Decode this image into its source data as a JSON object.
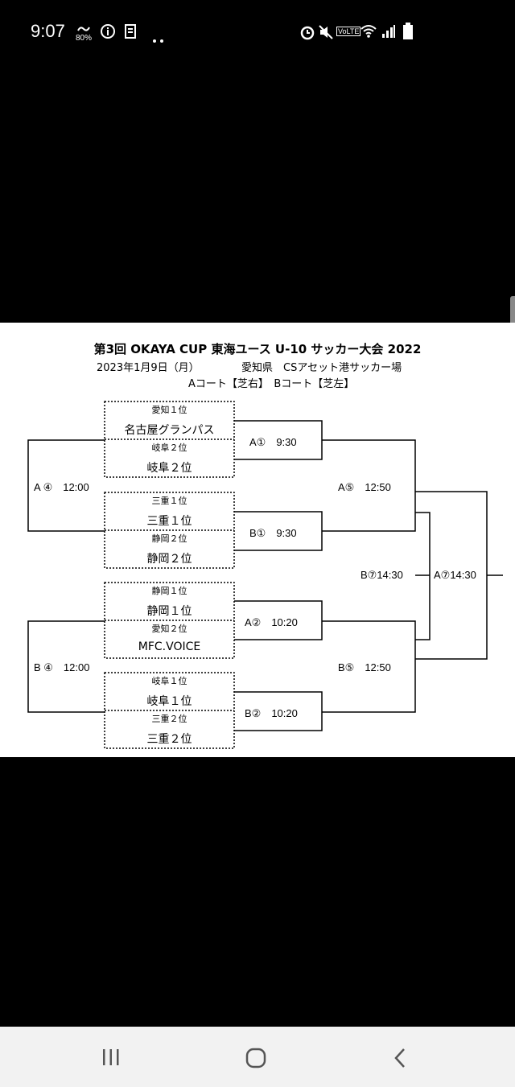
{
  "status": {
    "time": "9:07",
    "data_pct": "80%",
    "volte": "VoLTE"
  },
  "bracket": {
    "title": "第3回 OKAYA CUP 東海ユース U-10 サッカー大会 2022",
    "date": "2023年1月9日（月）",
    "venue": "愛知県　CSアセット港サッカー場",
    "courts": "Aコート【芝右】　Bコート【芝左】",
    "slots": [
      {
        "label": "愛知１位",
        "team": "名古屋グランパス"
      },
      {
        "label": "岐阜２位",
        "team": "岐阜２位"
      },
      {
        "label": "三重１位",
        "team": "三重１位"
      },
      {
        "label": "静岡２位",
        "team": "静岡２位"
      },
      {
        "label": "静岡１位",
        "team": "静岡１位"
      },
      {
        "label": "愛知２位",
        "team": "MFC.VOICE"
      },
      {
        "label": "岐阜１位",
        "team": "岐阜１位"
      },
      {
        "label": "三重２位",
        "team": "三重２位"
      }
    ],
    "matches": {
      "a1": "A①　9:30",
      "b1": "B①　9:30",
      "a2": "A②　10:20",
      "b2": "B②　10:20",
      "a4": "A ④　12:00",
      "b4": "B ④　12:00",
      "a5": "A⑤　12:50",
      "b5": "B⑤　12:50",
      "b7": "B⑦14:30",
      "a7": "A⑦14:30"
    }
  }
}
